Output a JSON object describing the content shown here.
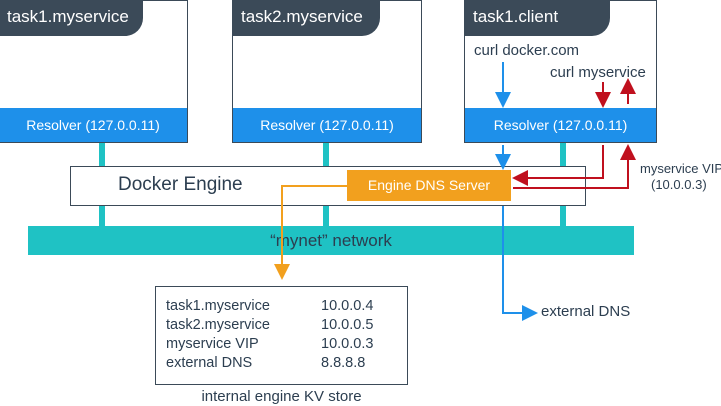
{
  "containers": [
    {
      "name": "task1.myservice",
      "resolver": "Resolver (127.0.0.11)"
    },
    {
      "name": "task2.myservice",
      "resolver": "Resolver (127.0.0.11)"
    },
    {
      "name": "task1.client",
      "resolver": "Resolver (127.0.0.11)"
    }
  ],
  "client_commands": {
    "curl_docker": "curl docker.com",
    "curl_myservice": "curl myservice"
  },
  "engine": {
    "title": "Docker Engine",
    "dns_server": "Engine DNS Server"
  },
  "network": {
    "label": "“mynet” network"
  },
  "vip_note": {
    "line1": "myservice VIP",
    "line2": "(10.0.0.3)"
  },
  "external_dns": "external DNS",
  "kv_store": {
    "caption": "internal engine KV store",
    "rows": [
      {
        "key": "task1.myservice",
        "value": "10.0.0.4"
      },
      {
        "key": "task2.myservice",
        "value": "10.0.0.5"
      },
      {
        "key": "myservice VIP",
        "value": "10.0.0.3"
      },
      {
        "key": "external DNS",
        "value": "8.8.8.8"
      }
    ]
  },
  "colors": {
    "dark": "#3b4a58",
    "blue": "#1e90ea",
    "teal": "#1fc2c4",
    "orange": "#f2a01e",
    "red": "#c0101e"
  }
}
